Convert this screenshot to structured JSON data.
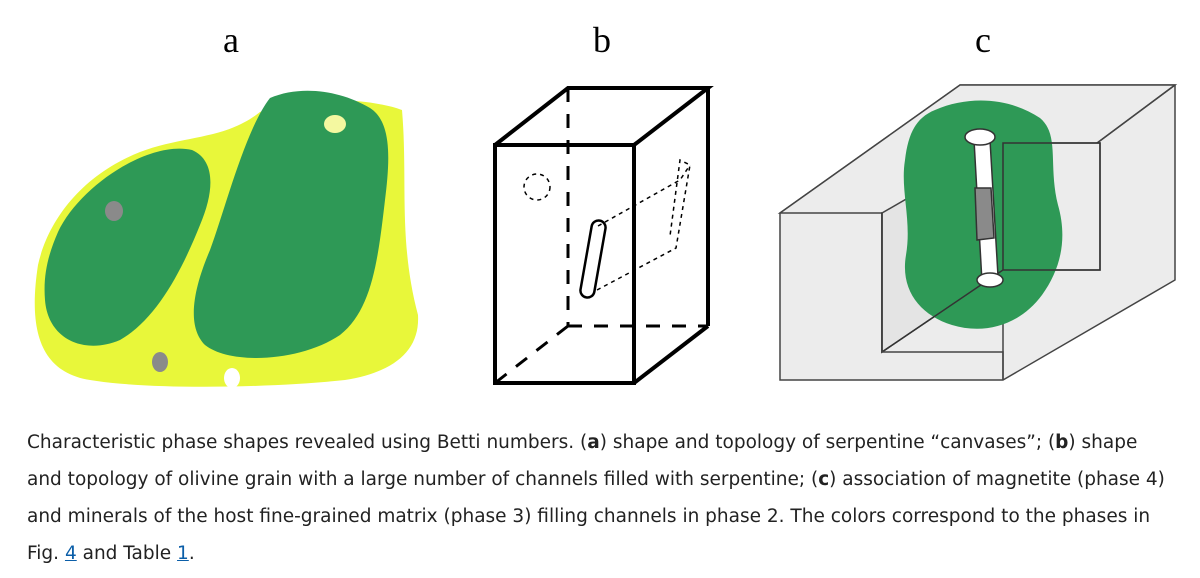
{
  "panels": {
    "a": "a",
    "b": "b",
    "c": "c"
  },
  "caption": {
    "intro": "Characteristic phase shapes revealed using Betti numbers. (",
    "a_label": "a",
    "a_text": ") shape and topology of serpentine “canvases”; (",
    "b_label": "b",
    "b_text": ") shape and topology of olivine grain with a large number of channels filled with serpentine; (",
    "c_label": "c",
    "c_text": ") association of magnetite (phase 4) and minerals of the host fine-grained matrix (phase 3) filling channels in phase 2. The colors correspond to the phases in Fig. ",
    "fig_link": "4",
    "mid": " and Table ",
    "table_link": "1",
    "end": "."
  },
  "colors": {
    "serpentine_yellow": "#e8f73a",
    "olivine_green": "#2e9956",
    "magnetite_gray": "#8a8a8a",
    "matrix_white": "#ffffff",
    "box_face": "#ececec"
  }
}
